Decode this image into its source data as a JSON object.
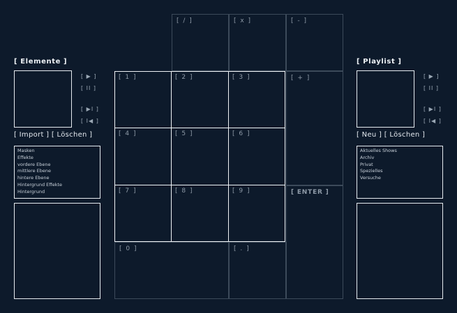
{
  "left": {
    "title": "[ Elemente ]",
    "controls": [
      "[ ▶ ]",
      "[ II ]",
      "[ ▶I ]",
      "[ I◀ ]"
    ],
    "import": "[ Import ]",
    "delete": "[ Löschen ]",
    "list": [
      "Masken",
      "Effekte",
      "vordere Ebene",
      "mittlere Ebene",
      "hintere Ebene",
      "Hintergrund Effekte",
      "Hintergrund"
    ]
  },
  "right": {
    "title": "[ Playlist ]",
    "controls": [
      "[ ▶ ]",
      "[ II ]",
      "[ ▶I ]",
      "[ I◀ ]"
    ],
    "new": "[ Neu ]",
    "delete": "[ Löschen ]",
    "list": [
      "Aktuelles Shows",
      "Archiv",
      "Privat",
      "Spezielles",
      "Versuche"
    ]
  },
  "keypad": {
    "divide": "[ / ]",
    "multiply": "[ x ]",
    "minus": "[ - ]",
    "plus": "[ + ]",
    "enter": "[ ENTER ]",
    "zero": "[ 0 ]",
    "dot": "[ . ]",
    "digits": [
      "[ 1 ]",
      "[ 2 ]",
      "[ 3 ]",
      "[ 4 ]",
      "[ 5 ]",
      "[ 6 ]",
      "[ 7 ]",
      "[ 8 ]",
      "[ 9 ]"
    ]
  }
}
